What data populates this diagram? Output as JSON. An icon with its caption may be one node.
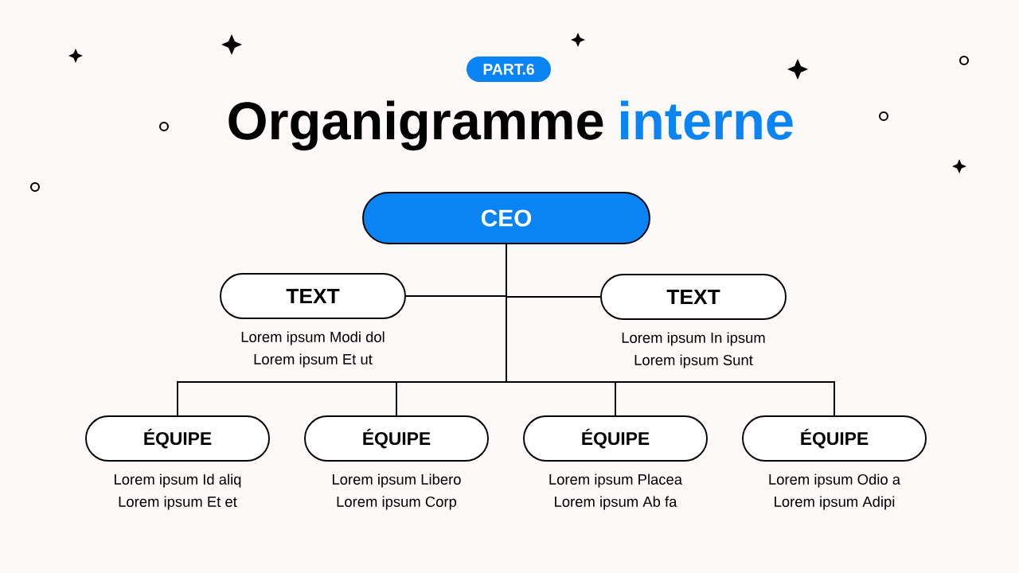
{
  "diagram": {
    "title": "Organigramme",
    "nodes": [
      {
        "text": [
          "CEO"
        ]
      },
      {
        "text": [
          "TEXT"
        ],
        "beside": [
          "Lorem ipsum Modi dol",
          "Lorem ipsum Et ut"
        ]
      },
      {
        "text": [
          "TEXT"
        ],
        "beside": [
          "Lorem ipsum In ipsum",
          "Lorem ipsum Sunt"
        ]
      },
      {
        "text": [
          "ÉQUIPE"
        ],
        "beside": [
          "Lorem ipsum Id aliq",
          "Lorem ipsum Et et"
        ]
      },
      {
        "text": [
          "ÉQUIPE"
        ],
        "beside": [
          "Lorem ipsum Libero",
          "Lorem ipsum Corp"
        ]
      },
      {
        "text": [
          "ÉQUIPE"
        ],
        "beside": [
          "Lorem ipsum Placea",
          "Lorem ipsum Ab fa"
        ]
      },
      {
        "text": [
          "ÉQUIPE"
        ],
        "beside": [
          "Lorem ipsum Odio a",
          "Lorem ipsum Adipi"
        ]
      }
    ],
    "edges": [
      {
        "from": 0,
        "to": 1,
        "arrow": "none"
      },
      {
        "from": 0,
        "to": 2,
        "arrow": "none"
      },
      {
        "from": 0,
        "to": 3,
        "arrow": "none"
      },
      {
        "from": 0,
        "to": 4,
        "arrow": "none"
      },
      {
        "from": 0,
        "to": 5,
        "arrow": "none"
      },
      {
        "from": 0,
        "to": 6,
        "arrow": "none"
      }
    ],
    "labels": [
      "PART.6",
      "interne"
    ]
  }
}
